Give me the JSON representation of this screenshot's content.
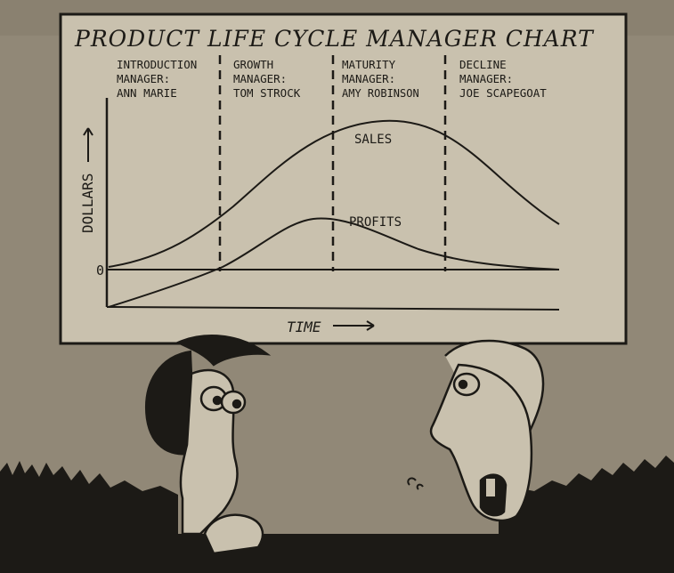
{
  "cartoon": {
    "board_title": "PRODUCT LIFE CYCLE MANAGER CHART",
    "stages": [
      {
        "stage": "INTRODUCTION",
        "role": "MANAGER:",
        "name": "ANN MARIE"
      },
      {
        "stage": "GROWTH",
        "role": "MANAGER:",
        "name": "TOM STROCK"
      },
      {
        "stage": "MATURITY",
        "role": "MANAGER:",
        "name": "AMY ROBINSON"
      },
      {
        "stage": "DECLINE",
        "role": "MANAGER:",
        "name": "JOE SCAPEGOAT"
      }
    ],
    "y_axis_label": "DOLLARS",
    "x_axis_label": "TIME",
    "zero_label": "0",
    "curve_labels": {
      "sales": "SALES",
      "profits": "PROFITS"
    },
    "colors": {
      "paper": "#c9c1ae",
      "background": "#918877",
      "ink": "#1c1a16"
    }
  }
}
